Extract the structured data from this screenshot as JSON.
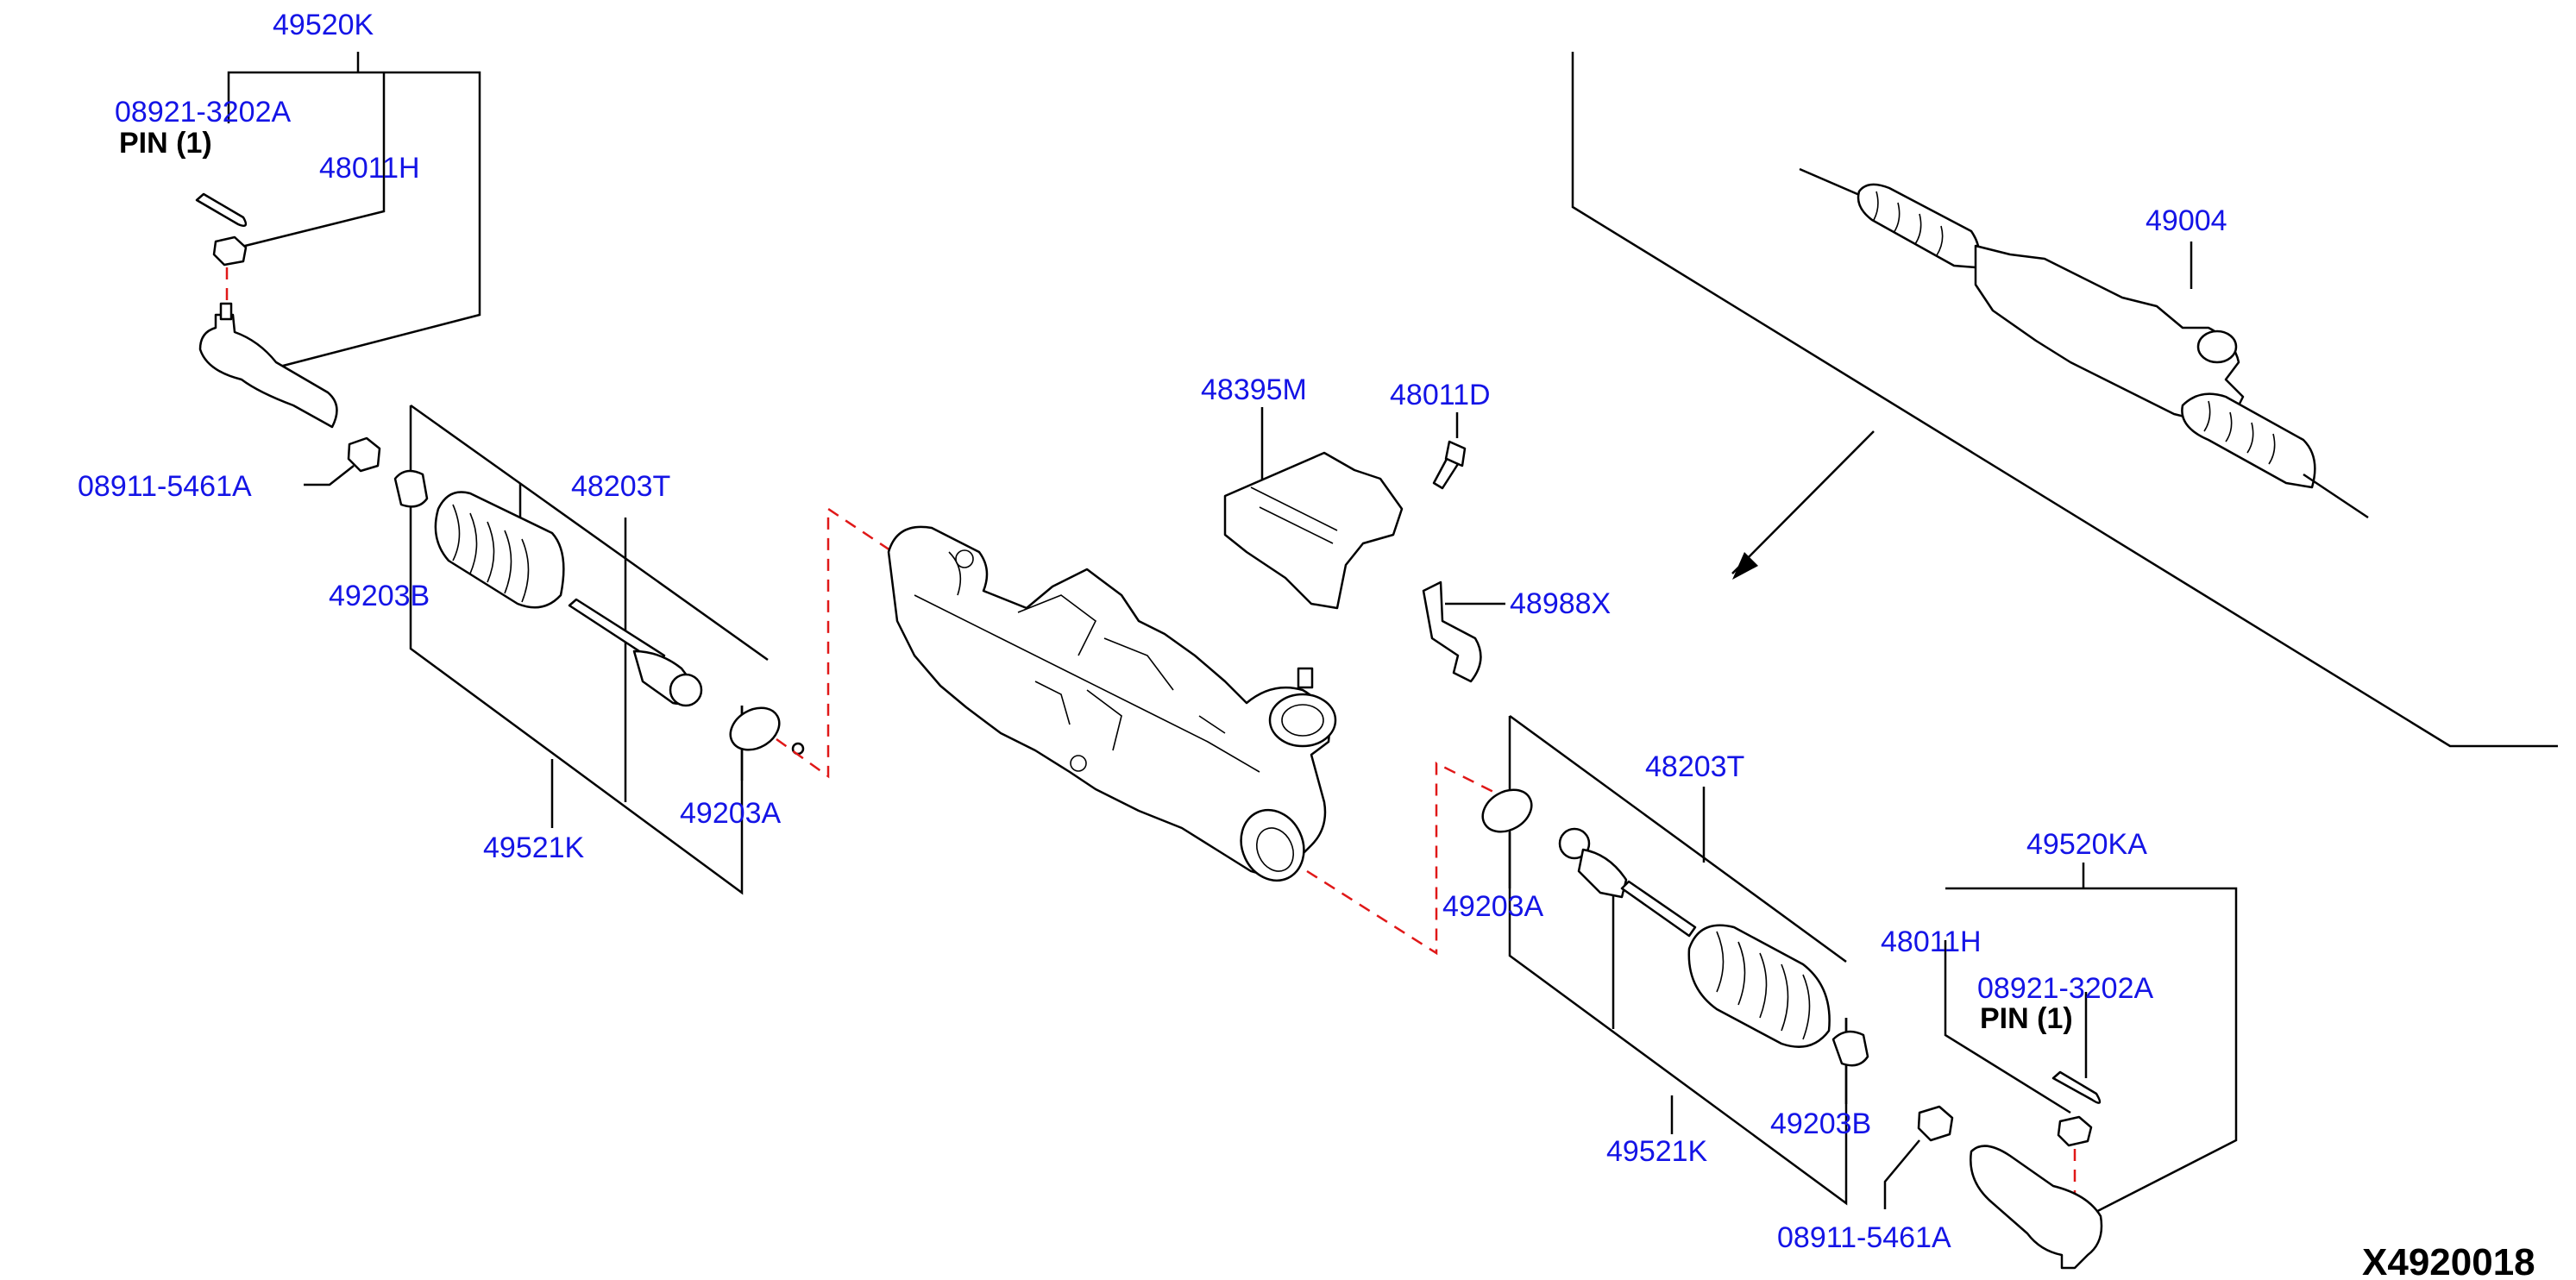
{
  "diagram_code": "X4920018",
  "colors": {
    "label": "#1414e6",
    "line": "#000000",
    "guide": "#e01818",
    "background": "#ffffff"
  },
  "labels": {
    "p49520K": "49520K",
    "p08921_3202A_left": "08921-3202A",
    "pin_left": "PIN  (1)",
    "p48011H_left": "48011H",
    "p08911_5461A_left": "08911-5461A",
    "p48203T_left": "48203T",
    "p49203B_left": "49203B",
    "p49203A_left": "49203A",
    "p49521K_left": "49521K",
    "p48395M": "48395M",
    "p48011D": "48011D",
    "p48988X": "48988X",
    "p49004": "49004",
    "p48203T_right": "48203T",
    "p49203A_right": "49203A",
    "p49520KA": "49520KA",
    "p48011H_right": "48011H",
    "p08921_3202A_right": "08921-3202A",
    "pin_right": "PIN  (1)",
    "p49203B_right": "49203B",
    "p49521K_right": "49521K",
    "p08911_5461A_right": "08911-5461A"
  }
}
